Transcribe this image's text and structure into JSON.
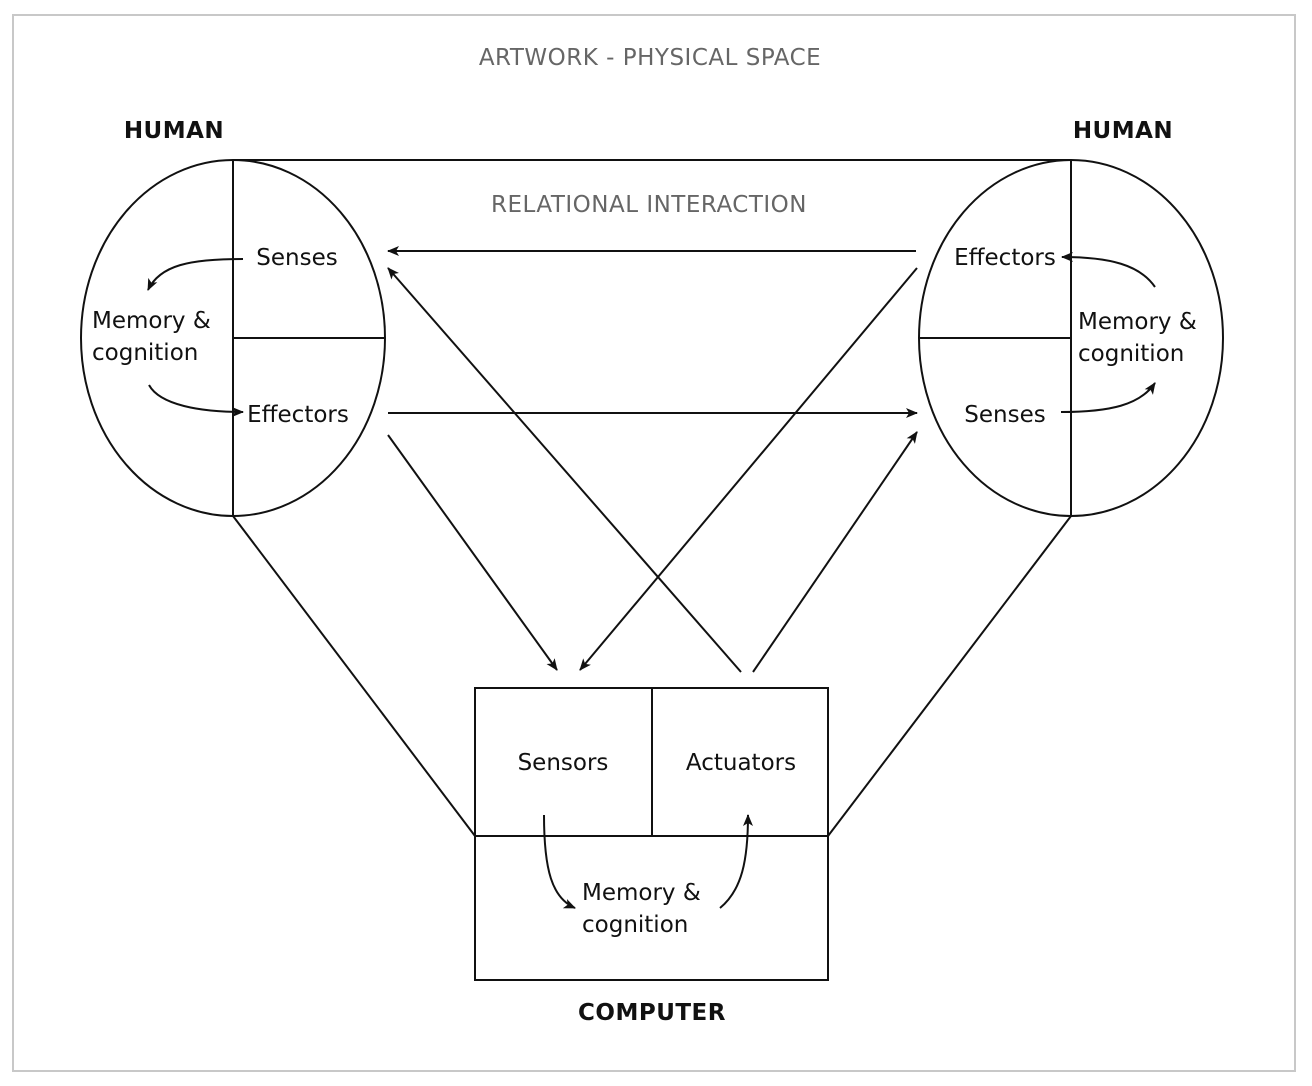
{
  "diagram": {
    "title": "ARTWORK - PHYSICAL SPACE",
    "subtitle": "RELATIONAL INTERACTION",
    "colors": {
      "text": "#111111",
      "secondary_text": "#666666",
      "frame": "#c8c8c8"
    },
    "left_human": {
      "label": "HUMAN",
      "senses": "Senses",
      "memory_line1": "Memory &",
      "memory_line2": "cognition",
      "effectors": "Effectors"
    },
    "right_human": {
      "label": "HUMAN",
      "effectors": "Effectors",
      "memory_line1": "Memory &",
      "memory_line2": "cognition",
      "senses": "Senses"
    },
    "computer": {
      "label": "COMPUTER",
      "sensors": "Sensors",
      "actuators": "Actuators",
      "memory_line1": "Memory &",
      "memory_line2": "cognition"
    },
    "connections": [
      {
        "from": "right_human.effectors",
        "to": "left_human.senses"
      },
      {
        "from": "left_human.effectors",
        "to": "right_human.senses"
      },
      {
        "from": "left_human.effectors",
        "to": "computer.sensors"
      },
      {
        "from": "right_human.effectors",
        "to": "computer.sensors"
      },
      {
        "from": "computer.actuators",
        "to": "left_human.senses"
      },
      {
        "from": "computer.actuators",
        "to": "right_human.senses"
      }
    ]
  }
}
